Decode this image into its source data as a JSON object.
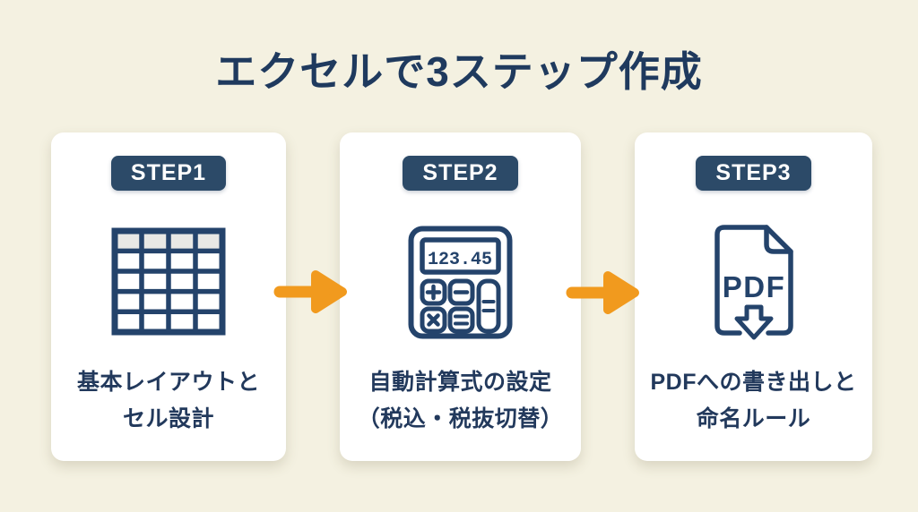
{
  "title": "エクセルで3ステップ作成",
  "colors": {
    "background": "#f4f1e1",
    "card": "#ffffff",
    "navy": "#24436b",
    "badge_navy": "#2c4a68",
    "arrow_orange": "#f19a1e",
    "grid_header_fill": "#e8e8e5"
  },
  "steps": [
    {
      "badge": "STEP1",
      "icon": "spreadsheet-grid-icon",
      "caption_line1": "基本レイアウトと",
      "caption_line2": "セル設計"
    },
    {
      "badge": "STEP2",
      "icon": "calculator-icon",
      "calculator_display": "123.45",
      "caption_line1": "自動計算式の設定",
      "caption_line2": "（税込・税抜切替）"
    },
    {
      "badge": "STEP3",
      "icon": "pdf-export-icon",
      "pdf_label": "PDF",
      "caption_line1": "PDFへの書き出しと",
      "caption_line2": "命名ルール"
    }
  ]
}
